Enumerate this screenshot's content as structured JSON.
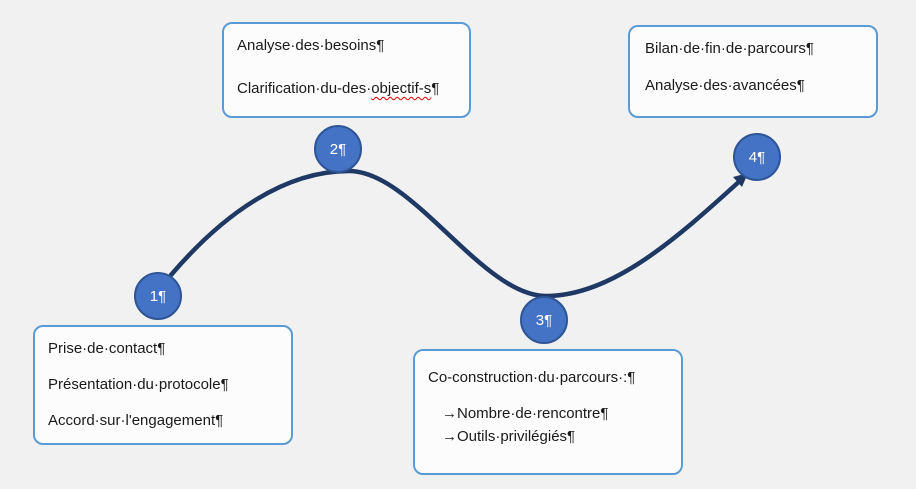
{
  "diagram": {
    "description": "Four-step coaching process S-curve diagram with Word formatting marks visible",
    "colors": {
      "background": "#f1f1f2",
      "box_fill": "#fcfcfc",
      "box_border": "#5b9bd5",
      "circle_fill": "#4472c4",
      "circle_border": "#2e5596",
      "curve_stroke": "#1f3864",
      "text": "#1a1a1a",
      "spellcheck_squiggle": "#e00000"
    },
    "steps": [
      {
        "label": "1¶"
      },
      {
        "label": "2¶"
      },
      {
        "label": "3¶"
      },
      {
        "label": "4¶"
      }
    ],
    "boxes": {
      "analyse": {
        "line1": "Analyse·des·besoins¶",
        "line2_prefix": "Clarification·du-des·",
        "line2_misspelled": "objectif-s",
        "line2_suffix": "¶"
      },
      "bilan": {
        "line1": "Bilan·de·fin·de·parcours¶",
        "line2": "Analyse·des·avancées¶"
      },
      "prise": {
        "line1": "Prise·de·contact¶",
        "line2": "Présentation·du·protocole¶",
        "line3": "Accord·sur·l'engagement¶"
      },
      "coconstruction": {
        "line1": "Co-construction·du·parcours·:¶",
        "line2": "→Nombre·de·rencontre¶",
        "line3": "→Outils·privilégiés¶"
      }
    }
  }
}
